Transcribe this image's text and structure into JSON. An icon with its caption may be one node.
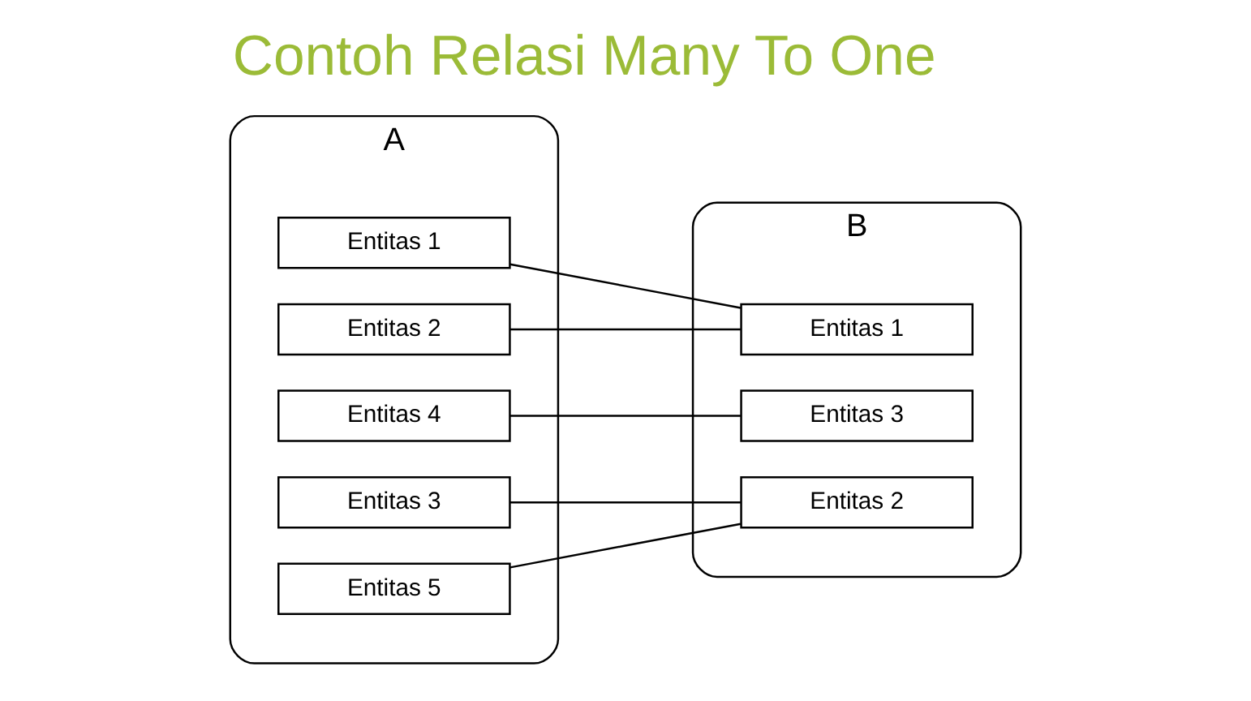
{
  "diagram": {
    "title": "Contoh Relasi Many To One",
    "nodes": [
      {
        "text": [
          "A"
        ]
      },
      {
        "text": [
          "Entitas 1"
        ],
        "in": 0
      },
      {
        "text": [
          "Entitas 2"
        ],
        "in": 0
      },
      {
        "text": [
          "Entitas 3"
        ],
        "in": 0
      },
      {
        "text": [
          "Entitas 4"
        ],
        "in": 0
      },
      {
        "text": [
          "Entitas 5"
        ],
        "in": 0
      },
      {
        "text": [
          "B"
        ]
      },
      {
        "text": [
          "Entitas 1"
        ],
        "in": 6
      },
      {
        "text": [
          "Entitas 2"
        ],
        "in": 6
      },
      {
        "text": [
          "Entitas 3"
        ],
        "in": 6
      }
    ],
    "edges": [
      {
        "from": 1,
        "to": 7,
        "arrow": "none"
      },
      {
        "from": 2,
        "to": 7,
        "arrow": "none"
      },
      {
        "from": 3,
        "to": 8,
        "arrow": "none"
      },
      {
        "from": 4,
        "to": 9,
        "arrow": "none"
      },
      {
        "from": 5,
        "to": 8,
        "arrow": "none"
      }
    ]
  }
}
